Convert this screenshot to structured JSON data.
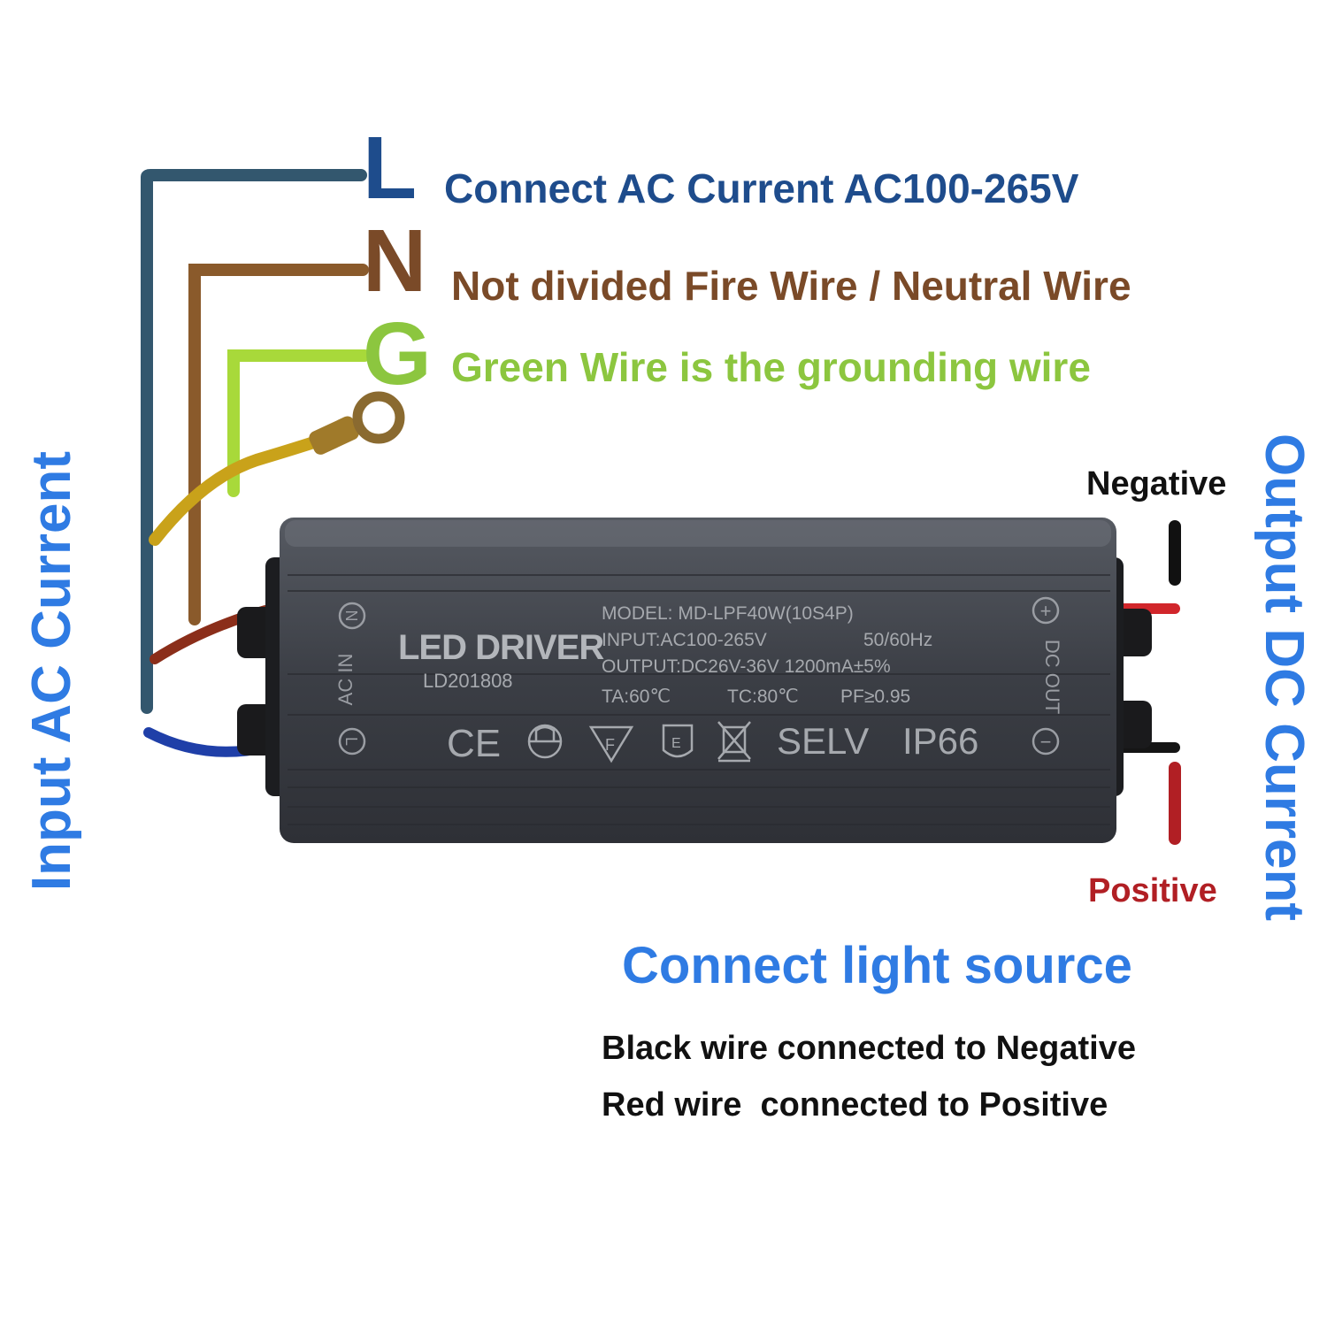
{
  "colors": {
    "live": "#1e4c8c",
    "live_wire": "#33576e",
    "neutral": "#7a4a28",
    "neutral_wire": "#8a5a2b",
    "ground": "#8cc63f",
    "ground_wire": "#a8d93a",
    "side_blue": "#2f7be3",
    "negative": "#111111",
    "positive": "#b11f24",
    "case": "#3a3d44"
  },
  "wires": {
    "live": {
      "letter": "L",
      "description": "Connect AC Current AC100-265V"
    },
    "neutral": {
      "letter": "N",
      "description": "Not divided Fire Wire / Neutral Wire"
    },
    "ground": {
      "letter": "G",
      "description": "Green Wire is the grounding wire"
    }
  },
  "side_labels": {
    "input": "Input AC Current",
    "output": "Output DC Current"
  },
  "output_polarity": {
    "negative": "Negative",
    "positive": "Positive"
  },
  "output_notes": {
    "heading": "Connect light source",
    "black": "Black wire connected to Negative",
    "red": "Red wire  connected to Positive"
  },
  "device": {
    "name": "LED DRIVER",
    "code": "LD201808",
    "model": "MODEL: MD-LPF40W(10S4P)",
    "input": "INPUT:AC100-265V",
    "frequency": "50/60Hz",
    "output": "OUTPUT:DC26V-36V  1200mA±5%",
    "ta": "TA:60℃",
    "tc": "TC:80℃",
    "pf": "PF≥0.95",
    "selv": "SELV",
    "ip": "IP66",
    "ce": "CE",
    "ac_in": "AC IN",
    "dc_out": "DC OUT",
    "n_marker": "N",
    "l_marker": "L",
    "plus_marker": "+",
    "minus_marker": "−",
    "cert_f": "F",
    "cert_e": "E"
  }
}
